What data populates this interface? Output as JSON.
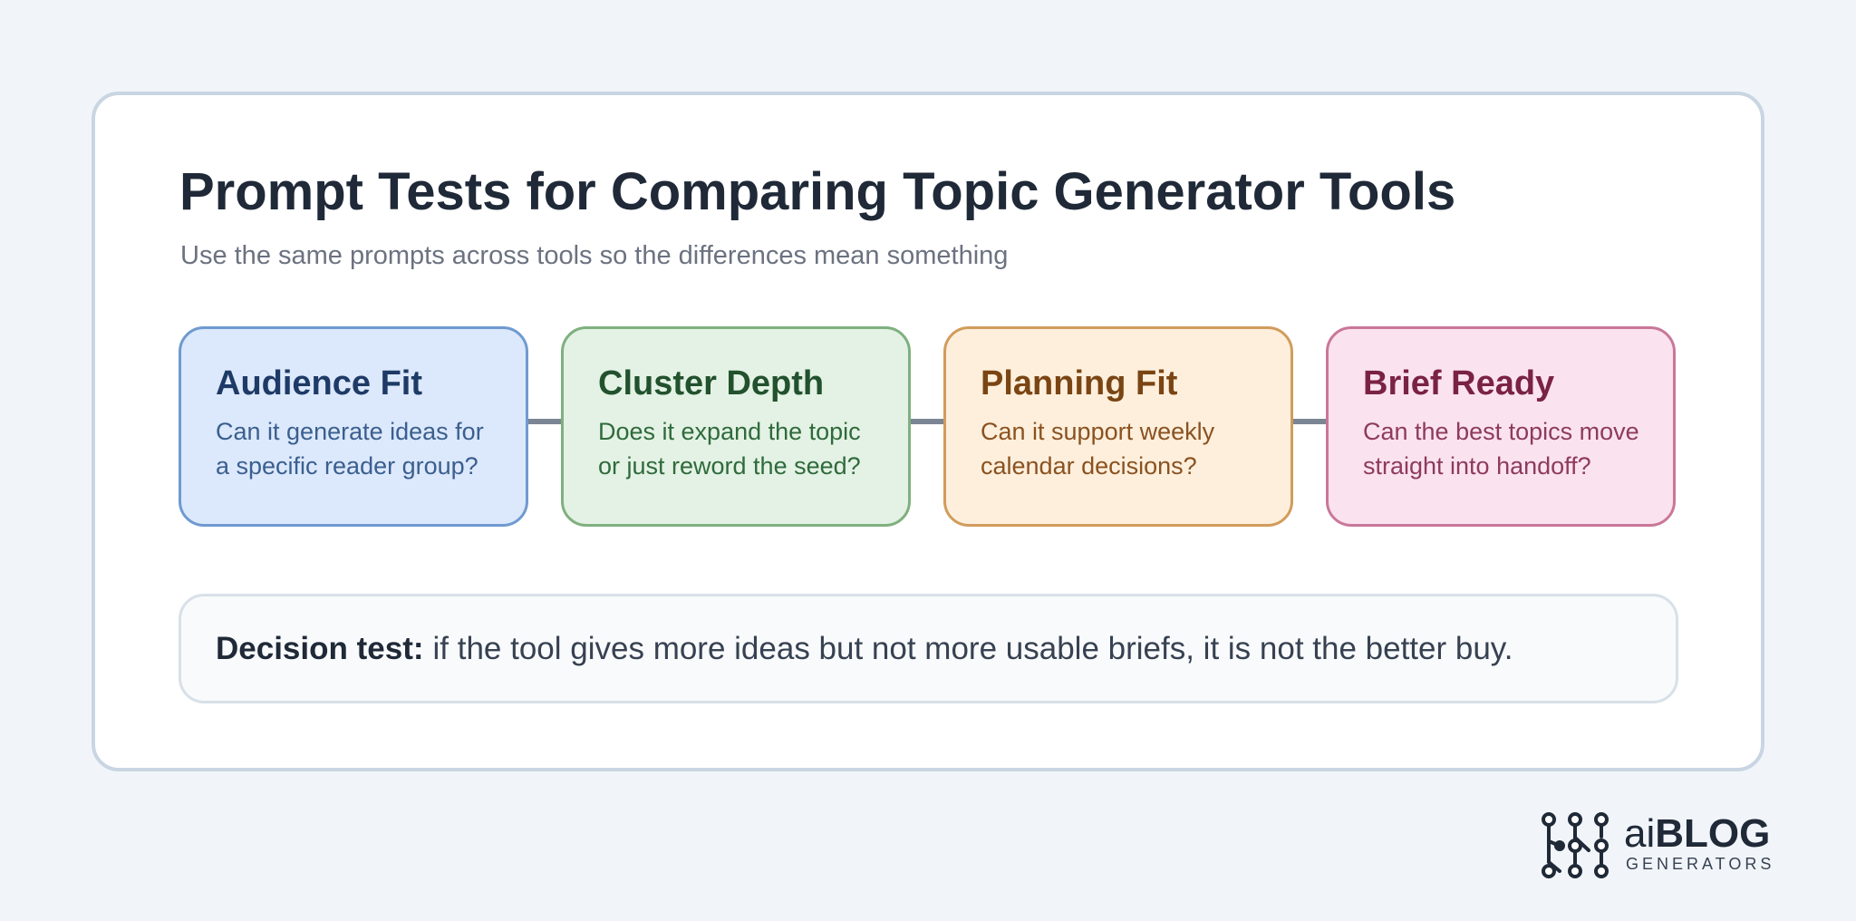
{
  "title": "Prompt Tests for Comparing Topic Generator Tools",
  "subtitle": "Use the same prompts across tools so the differences mean something",
  "steps": [
    {
      "title": "Audience Fit",
      "text": "Can it generate ideas for a specific reader group?",
      "colors": {
        "bg": "#dce8fb",
        "border": "#6f9ad0",
        "title": "#1e3a66",
        "text": "#3a5f8f"
      }
    },
    {
      "title": "Cluster Depth",
      "text": "Does it expand the topic or just reword the seed?",
      "colors": {
        "bg": "#e3f2e4",
        "border": "#7fb07f",
        "title": "#22512e",
        "text": "#2f6a3c"
      }
    },
    {
      "title": "Planning Fit",
      "text": "Can it support weekly calendar decisions?",
      "colors": {
        "bg": "#fdefdc",
        "border": "#d19c5c",
        "title": "#7a4413",
        "text": "#8a5220"
      }
    },
    {
      "title": "Brief Ready",
      "text": "Can the best topics move straight into handoff?",
      "colors": {
        "bg": "#fae3ee",
        "border": "#c97799",
        "title": "#7a2246",
        "text": "#8e3a5f"
      }
    }
  ],
  "decision": {
    "label": "Decision test:",
    "text": "if the tool gives more ideas but not more usable briefs, it is not the better buy."
  },
  "logo": {
    "ai": "ai",
    "blog": "BLOG",
    "sub": "GENERATORS",
    "icon": "circuit-nodes-icon"
  }
}
